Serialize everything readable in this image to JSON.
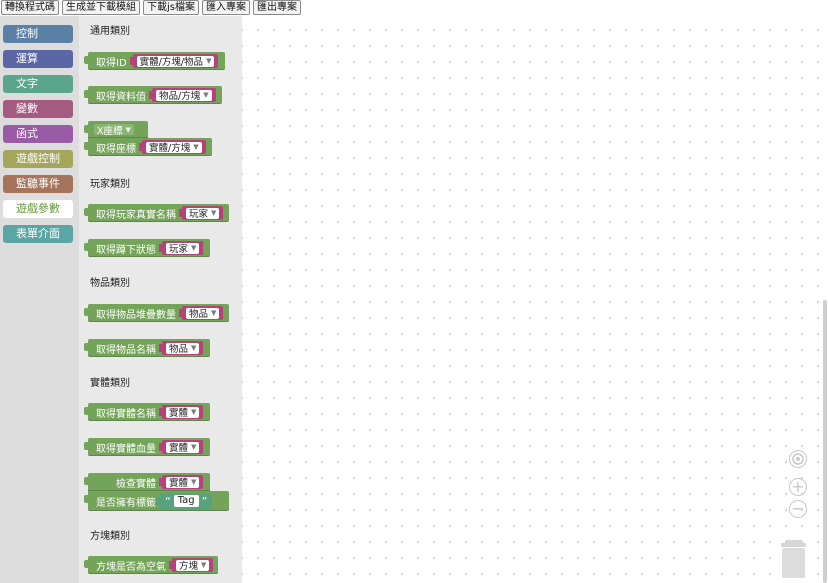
{
  "toolbar": {
    "buttons": [
      "轉換程式碼",
      "生成並下載模組",
      "下載js檔案",
      "匯入專案",
      "匯出專案"
    ]
  },
  "sidebar": {
    "categories": [
      {
        "label": "控制",
        "color": "#5b80a5"
      },
      {
        "label": "運算",
        "color": "#5b67a5"
      },
      {
        "label": "文字",
        "color": "#5ba58c"
      },
      {
        "label": "變數",
        "color": "#a55b80"
      },
      {
        "label": "函式",
        "color": "#995ba5"
      },
      {
        "label": "遊戲控制",
        "color": "#a5a55b"
      },
      {
        "label": "監聽事件",
        "color": "#a5745b"
      },
      {
        "label": "遊戲參數",
        "color": "#ffffff",
        "selected": true
      },
      {
        "label": "表單介面",
        "color": "#5ba5a5"
      }
    ]
  },
  "flyout": {
    "sections": {
      "general": "通用類別",
      "player": "玩家類別",
      "item": "物品類別",
      "entity": "實體類別",
      "block": "方塊類別"
    },
    "blocks": {
      "get_id": {
        "label": "取得ID",
        "dropdown": "實體/方塊/物品"
      },
      "get_data": {
        "label": "取得資料值",
        "dropdown": "物品/方塊"
      },
      "get_coord": {
        "axis": "X座標",
        "label": "取得座標",
        "dropdown": "實體/方塊"
      },
      "player_name": {
        "label": "取得玩家真實名稱",
        "dropdown": "玩家"
      },
      "player_sneak": {
        "label": "取得蹲下狀態",
        "dropdown": "玩家"
      },
      "item_count": {
        "label": "取得物品堆疊數量",
        "dropdown": "物品"
      },
      "item_name": {
        "label": "取得物品名稱",
        "dropdown": "物品"
      },
      "entity_name": {
        "label": "取得實體名稱",
        "dropdown": "實體"
      },
      "entity_health": {
        "label": "取得實體血量",
        "dropdown": "實體"
      },
      "entity_tag": {
        "label": "檢查實體",
        "dropdown": "實體",
        "label2": "是否擁有標籤",
        "tag_value": "Tag"
      },
      "block_air": {
        "label": "方塊是否為空氣",
        "dropdown": "方塊"
      }
    }
  },
  "colors": {
    "block_green": "#74a45a",
    "slot_magenta": "#b5427a",
    "text_block": "#58a37e"
  }
}
